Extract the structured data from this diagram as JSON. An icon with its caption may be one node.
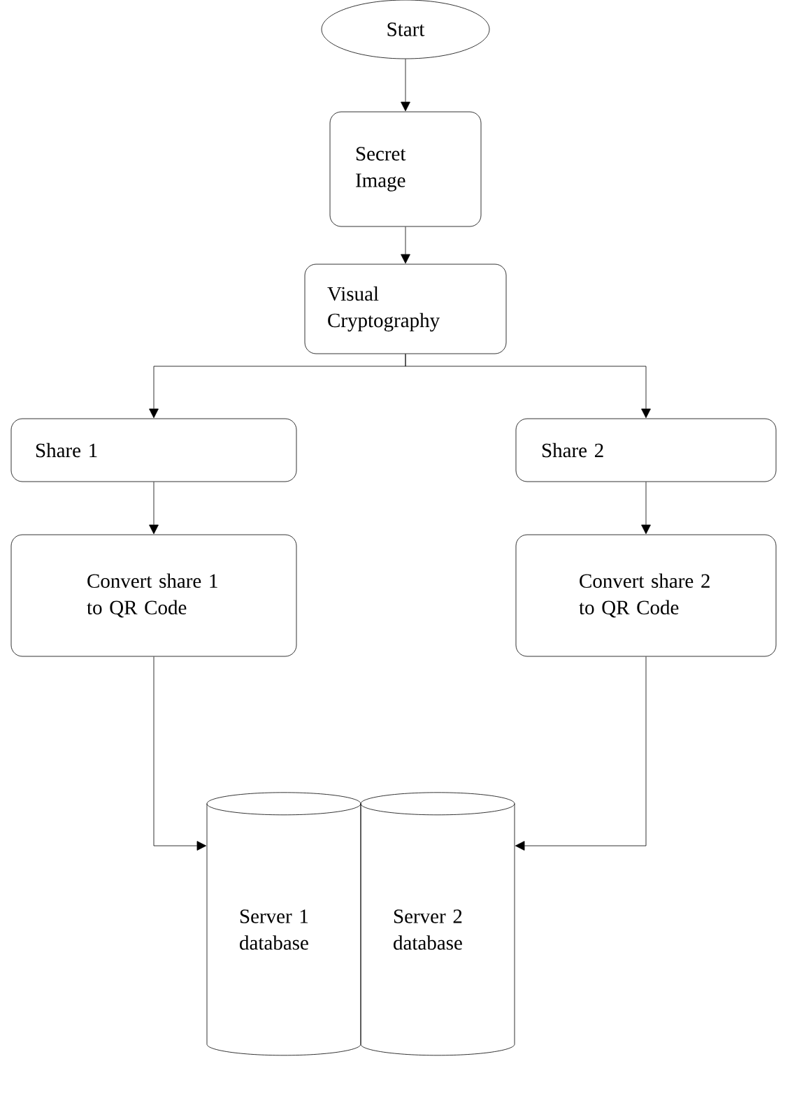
{
  "diagram": {
    "nodes": [
      {
        "text": [
          "Start"
        ]
      },
      {
        "text": [
          "Secret Image"
        ]
      },
      {
        "text": [
          "Visual Cryptography"
        ]
      },
      {
        "text": [
          "Share 1"
        ]
      },
      {
        "text": [
          "Share 2"
        ]
      },
      {
        "text": [
          "Convert share 1 to QR Code"
        ]
      },
      {
        "text": [
          "Convert share 2 to QR Code"
        ]
      },
      {
        "text": [
          "Server 1 database"
        ]
      },
      {
        "text": [
          "Server 2 database"
        ]
      }
    ],
    "edges": [
      {
        "from": 0,
        "to": 1,
        "arrow": "to"
      },
      {
        "from": 1,
        "to": 2,
        "arrow": "to"
      },
      {
        "from": 2,
        "to": 3,
        "arrow": "to"
      },
      {
        "from": 2,
        "to": 4,
        "arrow": "to"
      },
      {
        "from": 3,
        "to": 5,
        "arrow": "to"
      },
      {
        "from": 4,
        "to": 6,
        "arrow": "to"
      },
      {
        "from": 5,
        "to": 7,
        "arrow": "to"
      },
      {
        "from": 6,
        "to": 8,
        "arrow": "to"
      }
    ]
  }
}
